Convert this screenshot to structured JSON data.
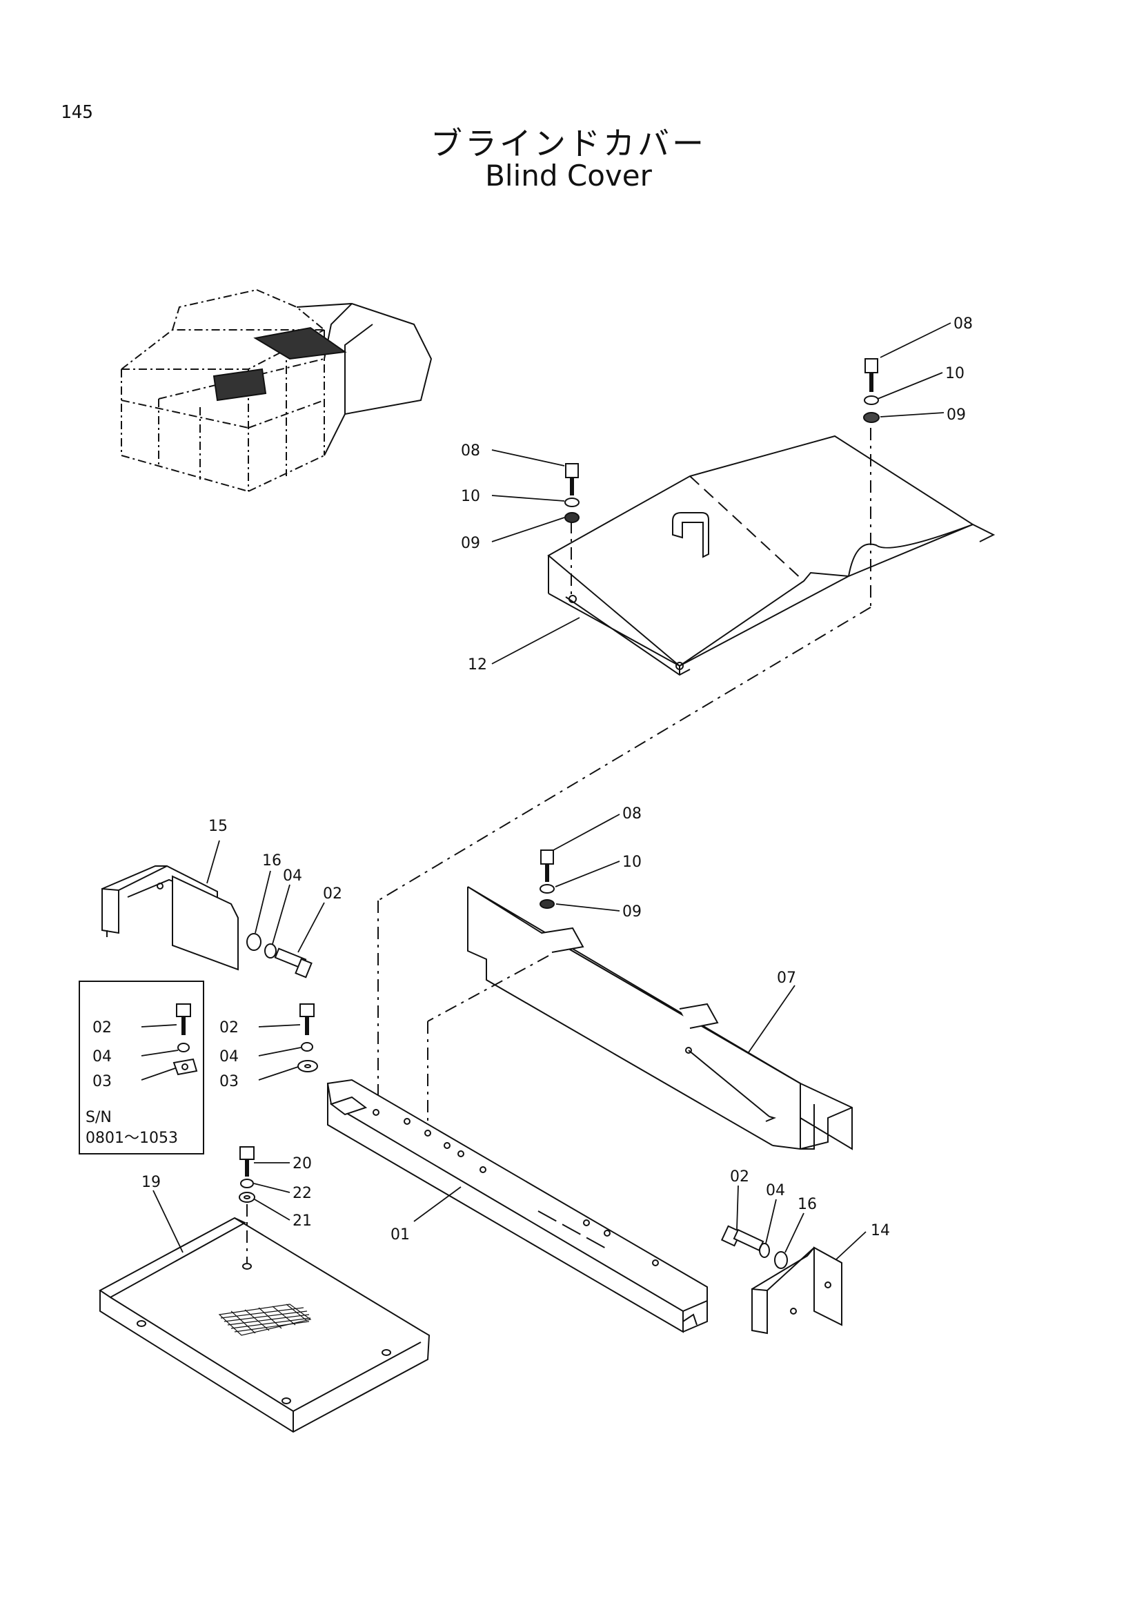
{
  "page_number": "145",
  "title_ja": "ブラインドカバー",
  "title_en": "Blind Cover",
  "inset": {
    "labels": [
      {
        "id": "02",
        "text": "02"
      },
      {
        "id": "04",
        "text": "04"
      },
      {
        "id": "03",
        "text": "03"
      }
    ],
    "sn_label": "S/N",
    "sn_range": "0801～1053"
  },
  "callouts": {
    "top08": "08",
    "top10": "10",
    "top09": "09",
    "mid08": "08",
    "mid10": "10",
    "mid09": "09",
    "p12": "12",
    "c08": "08",
    "c10": "10",
    "c09": "09",
    "p07": "07",
    "p15": "15",
    "p16a": "16",
    "p04a": "04",
    "p02a": "02",
    "p02b": "02",
    "p04b": "04",
    "p03b": "03",
    "p20": "20",
    "p22": "22",
    "p21": "21",
    "p19": "19",
    "p01": "01",
    "p02c": "02",
    "p04c": "04",
    "p16c": "16",
    "p14": "14"
  }
}
